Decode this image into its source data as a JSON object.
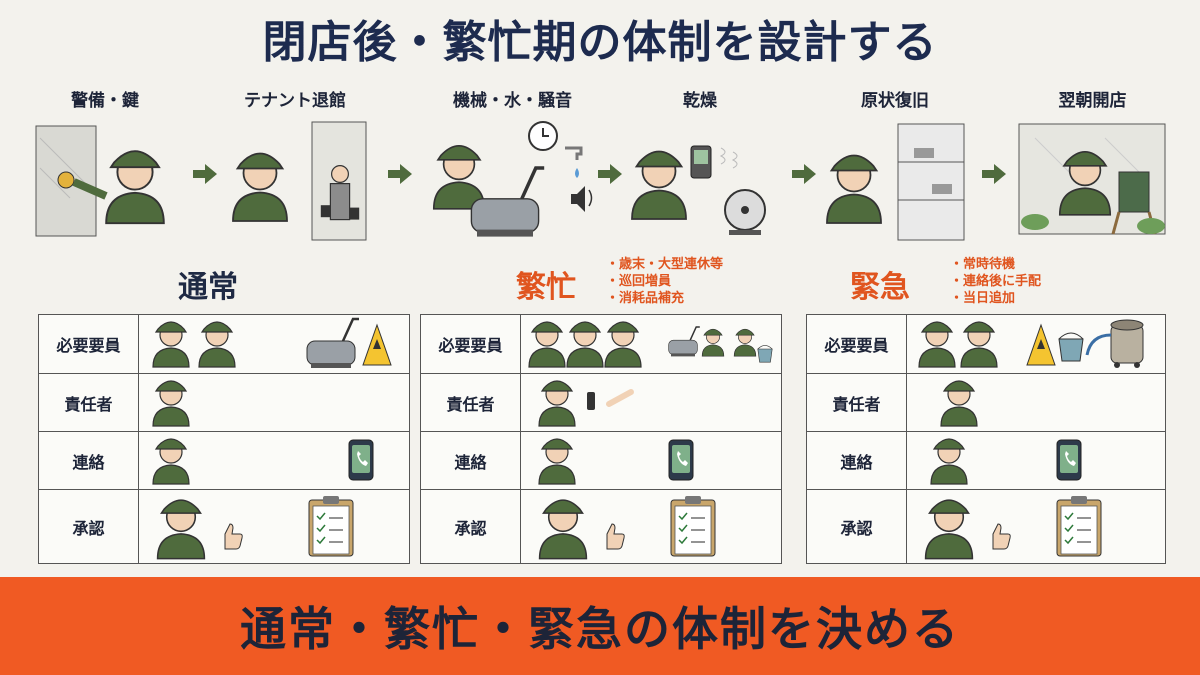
{
  "title": "閉店後・繁忙期の体制を設計する",
  "flow_steps": [
    {
      "label": "警備・鍵",
      "icon": "guard-key-icon"
    },
    {
      "label": "テナント退館",
      "icon": "tenant-leaving-icon"
    },
    {
      "label": "機械・水・騒音",
      "icon": "machine-water-noise-icon"
    },
    {
      "label": "乾燥",
      "icon": "drying-icon"
    },
    {
      "label": "原状復旧",
      "icon": "restore-icon"
    },
    {
      "label": "翌朝開店",
      "icon": "morning-open-icon"
    }
  ],
  "sections": {
    "normal": {
      "heading": "通常",
      "color": "#1d2b4f"
    },
    "busy": {
      "heading": "繁忙",
      "color": "#e0551f",
      "bullets": [
        "歳末・大型連休等",
        "巡回増員",
        "消耗品補充"
      ]
    },
    "emergency": {
      "heading": "緊急",
      "color": "#e0551f",
      "bullets": [
        "常時待機",
        "連絡後に手配",
        "当日追加"
      ]
    }
  },
  "row_labels": {
    "staff": "必要要員",
    "lead": "責任者",
    "contact": "連絡",
    "approval": "承認"
  },
  "banner": "通常・繁忙・緊急の体制を決める",
  "colors": {
    "accent": "#f05a23",
    "navy": "#1d2b4f",
    "uniform": "#4f6b3d"
  }
}
